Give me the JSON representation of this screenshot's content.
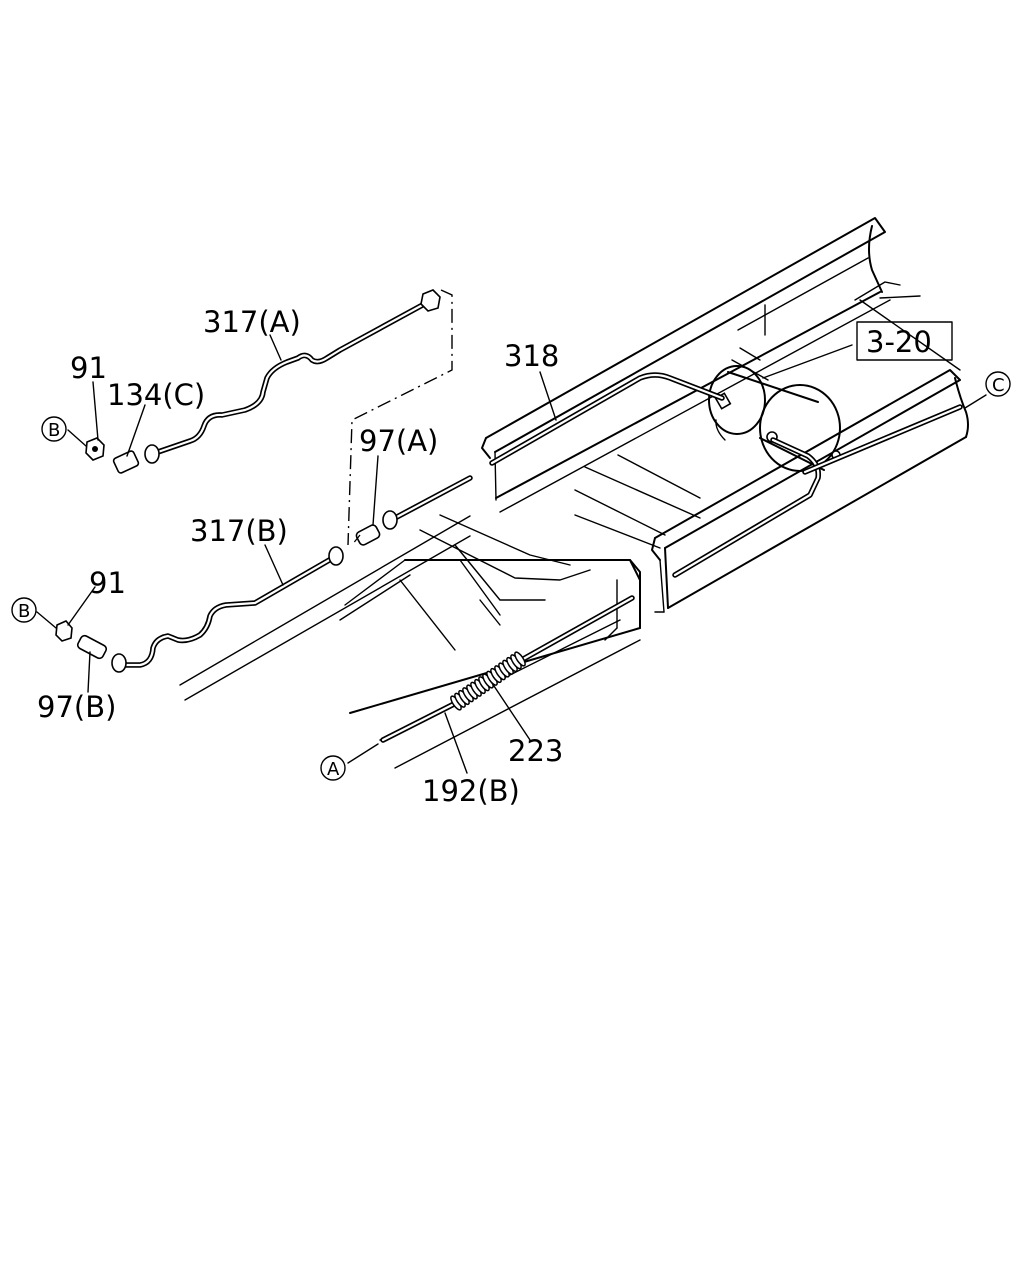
{
  "callouts": {
    "p317a": "317(A)",
    "p91_top": "91",
    "p134c": "134(C)",
    "p318": "318",
    "p320": "3-20",
    "p97a": "97(A)",
    "p317b": "317(B)",
    "p91_bottom": "91",
    "p97b": "97(B)",
    "p223": "223",
    "p192b": "192(B)"
  },
  "connectors": {
    "b_top": "B",
    "b_bottom": "B",
    "a": "A",
    "c": "C"
  }
}
